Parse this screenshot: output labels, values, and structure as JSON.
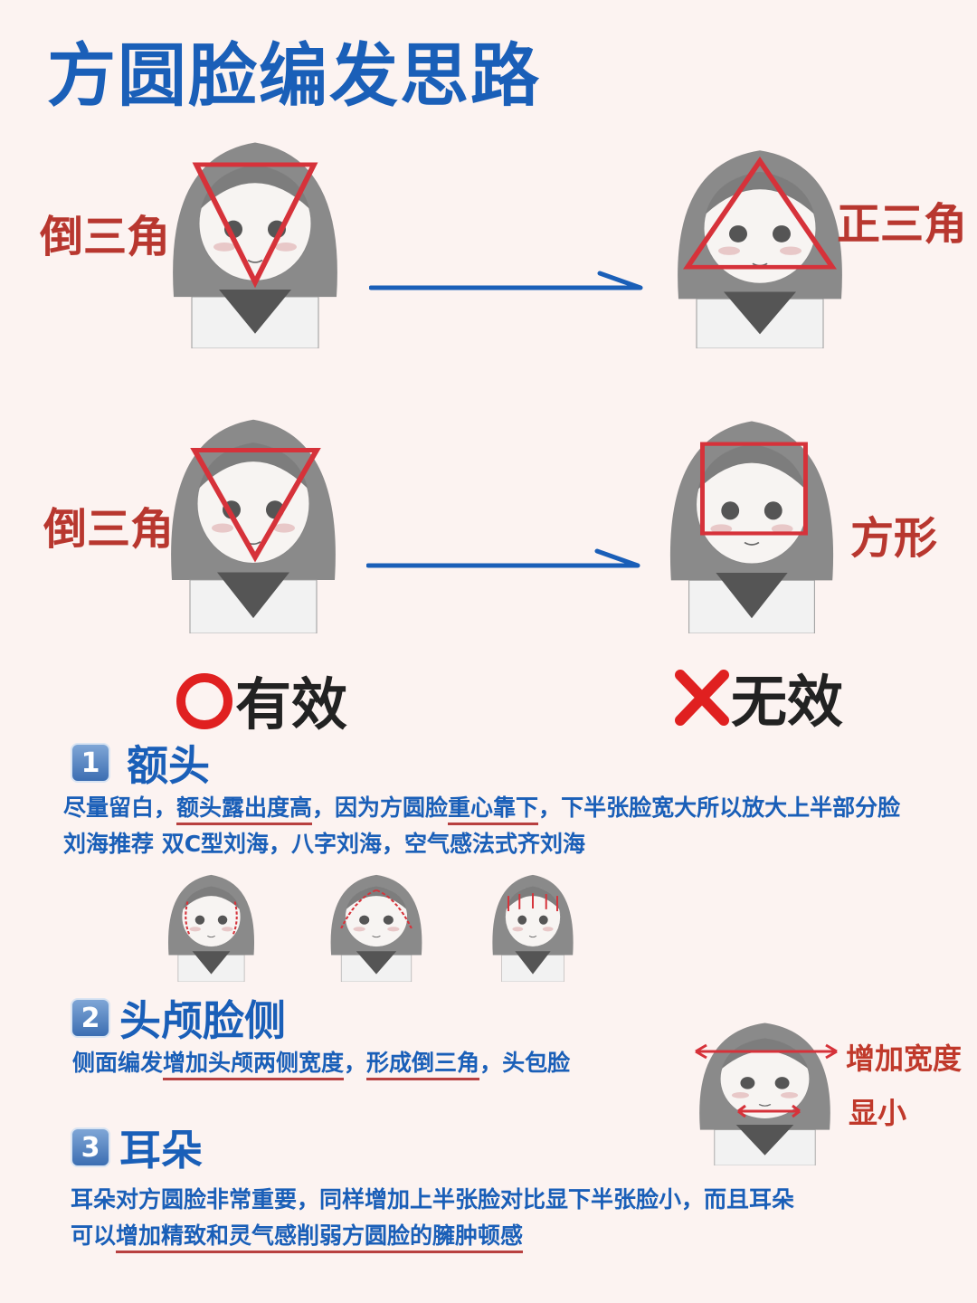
{
  "title": "方圆脸编发思路",
  "row1": {
    "left_label": "倒三角",
    "right_label": "正三角"
  },
  "row2": {
    "left_label": "倒三角",
    "right_label": "方形"
  },
  "verdicts": {
    "valid": "有效",
    "invalid": "无效"
  },
  "colors": {
    "blue": "#1a5fb8",
    "red": "#c0392b",
    "background": "#fcf3f1"
  },
  "sections": [
    {
      "number": "1",
      "heading": "额头",
      "lines": [
        {
          "a": "尽量留白，",
          "u1": "额头露出度高",
          "b": "，因为方圆脸",
          "u2": "重心靠下",
          "c": "，下半张脸宽大所以放大上半部分脸"
        },
        {
          "text": "刘海推荐 双C型刘海，八字刘海，空气感法式齐刘海"
        }
      ]
    },
    {
      "number": "2",
      "heading": "头颅脸侧",
      "line": {
        "a": "侧面编发",
        "u1": "增加头颅两侧宽度",
        "b": "，",
        "u2": "形成倒三角",
        "c": "，头包脸"
      },
      "notes": {
        "width": "增加宽度",
        "small": "显小"
      }
    },
    {
      "number": "3",
      "heading": "耳朵",
      "lines": [
        {
          "text": "耳朵对方圆脸非常重要，同样增加上半张脸对比显下半张脸小，而且耳朵"
        },
        {
          "a": "可以",
          "u1": "增加精致和灵气感削弱方圆脸的臃肿顿感"
        }
      ]
    }
  ]
}
